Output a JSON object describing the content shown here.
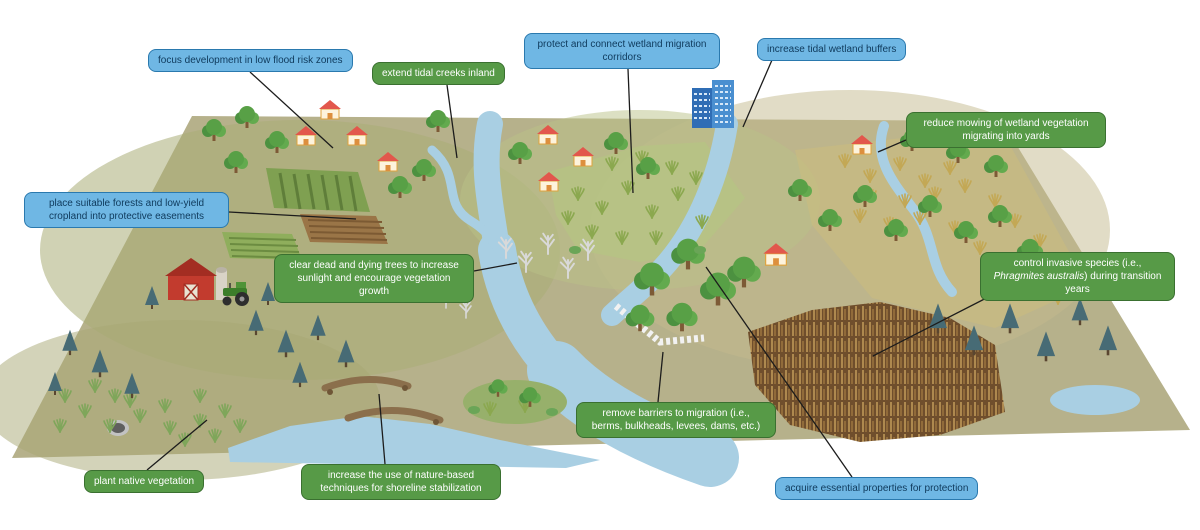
{
  "figure": {
    "background": "#ffffff",
    "description": "Illustrated coastal landscape diagram showing wetland migration management strategies"
  },
  "colors": {
    "callout_blue_fill": "#6fb7e4",
    "callout_blue_border": "#2a79ae",
    "callout_blue_text": "#0f3a5c",
    "callout_green_fill": "#579a47",
    "callout_green_border": "#3a7030",
    "callout_green_text": "#ffffff",
    "leader_line": "#1c1c1c",
    "water": "#a9cfe3",
    "land": "#b6b18b"
  },
  "callouts": [
    {
      "id": "focus-development",
      "color": "blue",
      "text": "focus development in low flood risk zones"
    },
    {
      "id": "extend-tidal-creeks",
      "color": "green",
      "text": "extend tidal creeks inland"
    },
    {
      "id": "protect-corridors",
      "color": "blue",
      "text": "protect and connect wetland migration corridors"
    },
    {
      "id": "increase-buffers",
      "color": "blue",
      "text": "increase tidal wetland buffers"
    },
    {
      "id": "reduce-mowing",
      "color": "green",
      "text": "reduce mowing of wetland vegetation migrating into yards"
    },
    {
      "id": "protective-easements",
      "color": "blue",
      "text": "place suitable forests and low-yield cropland into protective easements"
    },
    {
      "id": "clear-dead-trees",
      "color": "green",
      "text": "clear dead and dying trees to increase sunlight and encourage vegetation growth"
    },
    {
      "id": "control-invasive",
      "color": "green",
      "text_before": "control invasive species (i.e., ",
      "text_italic": "Phragmites australis",
      "text_after": ") during transition years"
    },
    {
      "id": "remove-barriers",
      "color": "green",
      "text": "remove barriers to migration (i.e., berms, bulkheads, levees, dams, etc.)"
    },
    {
      "id": "acquire-properties",
      "color": "blue",
      "text": "acquire essential properties for protection"
    },
    {
      "id": "plant-native",
      "color": "green",
      "text": "plant native vegetation"
    },
    {
      "id": "shoreline-stabilization",
      "color": "green",
      "text": "increase the use of nature-based techniques for shoreline stabilization"
    }
  ],
  "scene": {
    "features": [
      "houses",
      "city buildings",
      "red barn",
      "tractor",
      "crop fields",
      "tidal river",
      "meandering tidal creek",
      "dead and dying trees",
      "phragmites reed bed",
      "white fence barrier across channel",
      "island with shrubs",
      "native grass tufts",
      "culvert pipe",
      "log and rock shoreline sills",
      "forests and conifers",
      "golden marsh grasses"
    ]
  }
}
